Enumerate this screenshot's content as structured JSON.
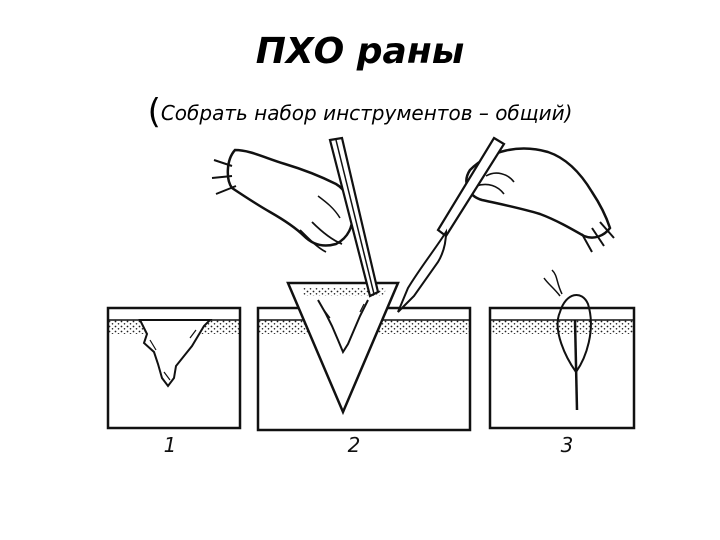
{
  "title": "ПХО раны",
  "subtitle": {
    "open": "(",
    "text": "Собрать набор инструментов – общий",
    "close": ")"
  },
  "figure": {
    "panels": [
      {
        "label": "1"
      },
      {
        "label": "2"
      },
      {
        "label": "3"
      }
    ]
  }
}
